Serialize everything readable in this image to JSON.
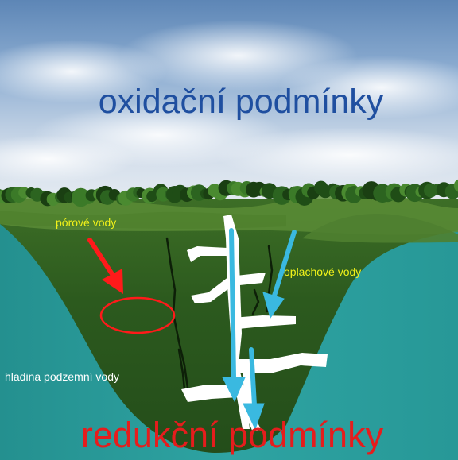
{
  "diagram": {
    "title_top": "oxidační podmínky",
    "title_bottom": "redukční podmínky",
    "labels": {
      "pore_water": "pórové vody",
      "rinse_water": "oplachové vody",
      "groundwater_level": "hladina podzemní vody"
    },
    "colors": {
      "sky_top": "#5f88b8",
      "sky_bottom": "#dde6f0",
      "water": "#2a9a9a",
      "soil": "#2e5a1e",
      "hills": "#5d9038",
      "title_top": "#1f4fa0",
      "title_bottom": "#e51d1d",
      "label_yellow": "#f2f21a",
      "arrow_red": "#ff1a1a",
      "arrow_blue": "#3ab9e0",
      "fracture_white": "#ffffff"
    }
  }
}
